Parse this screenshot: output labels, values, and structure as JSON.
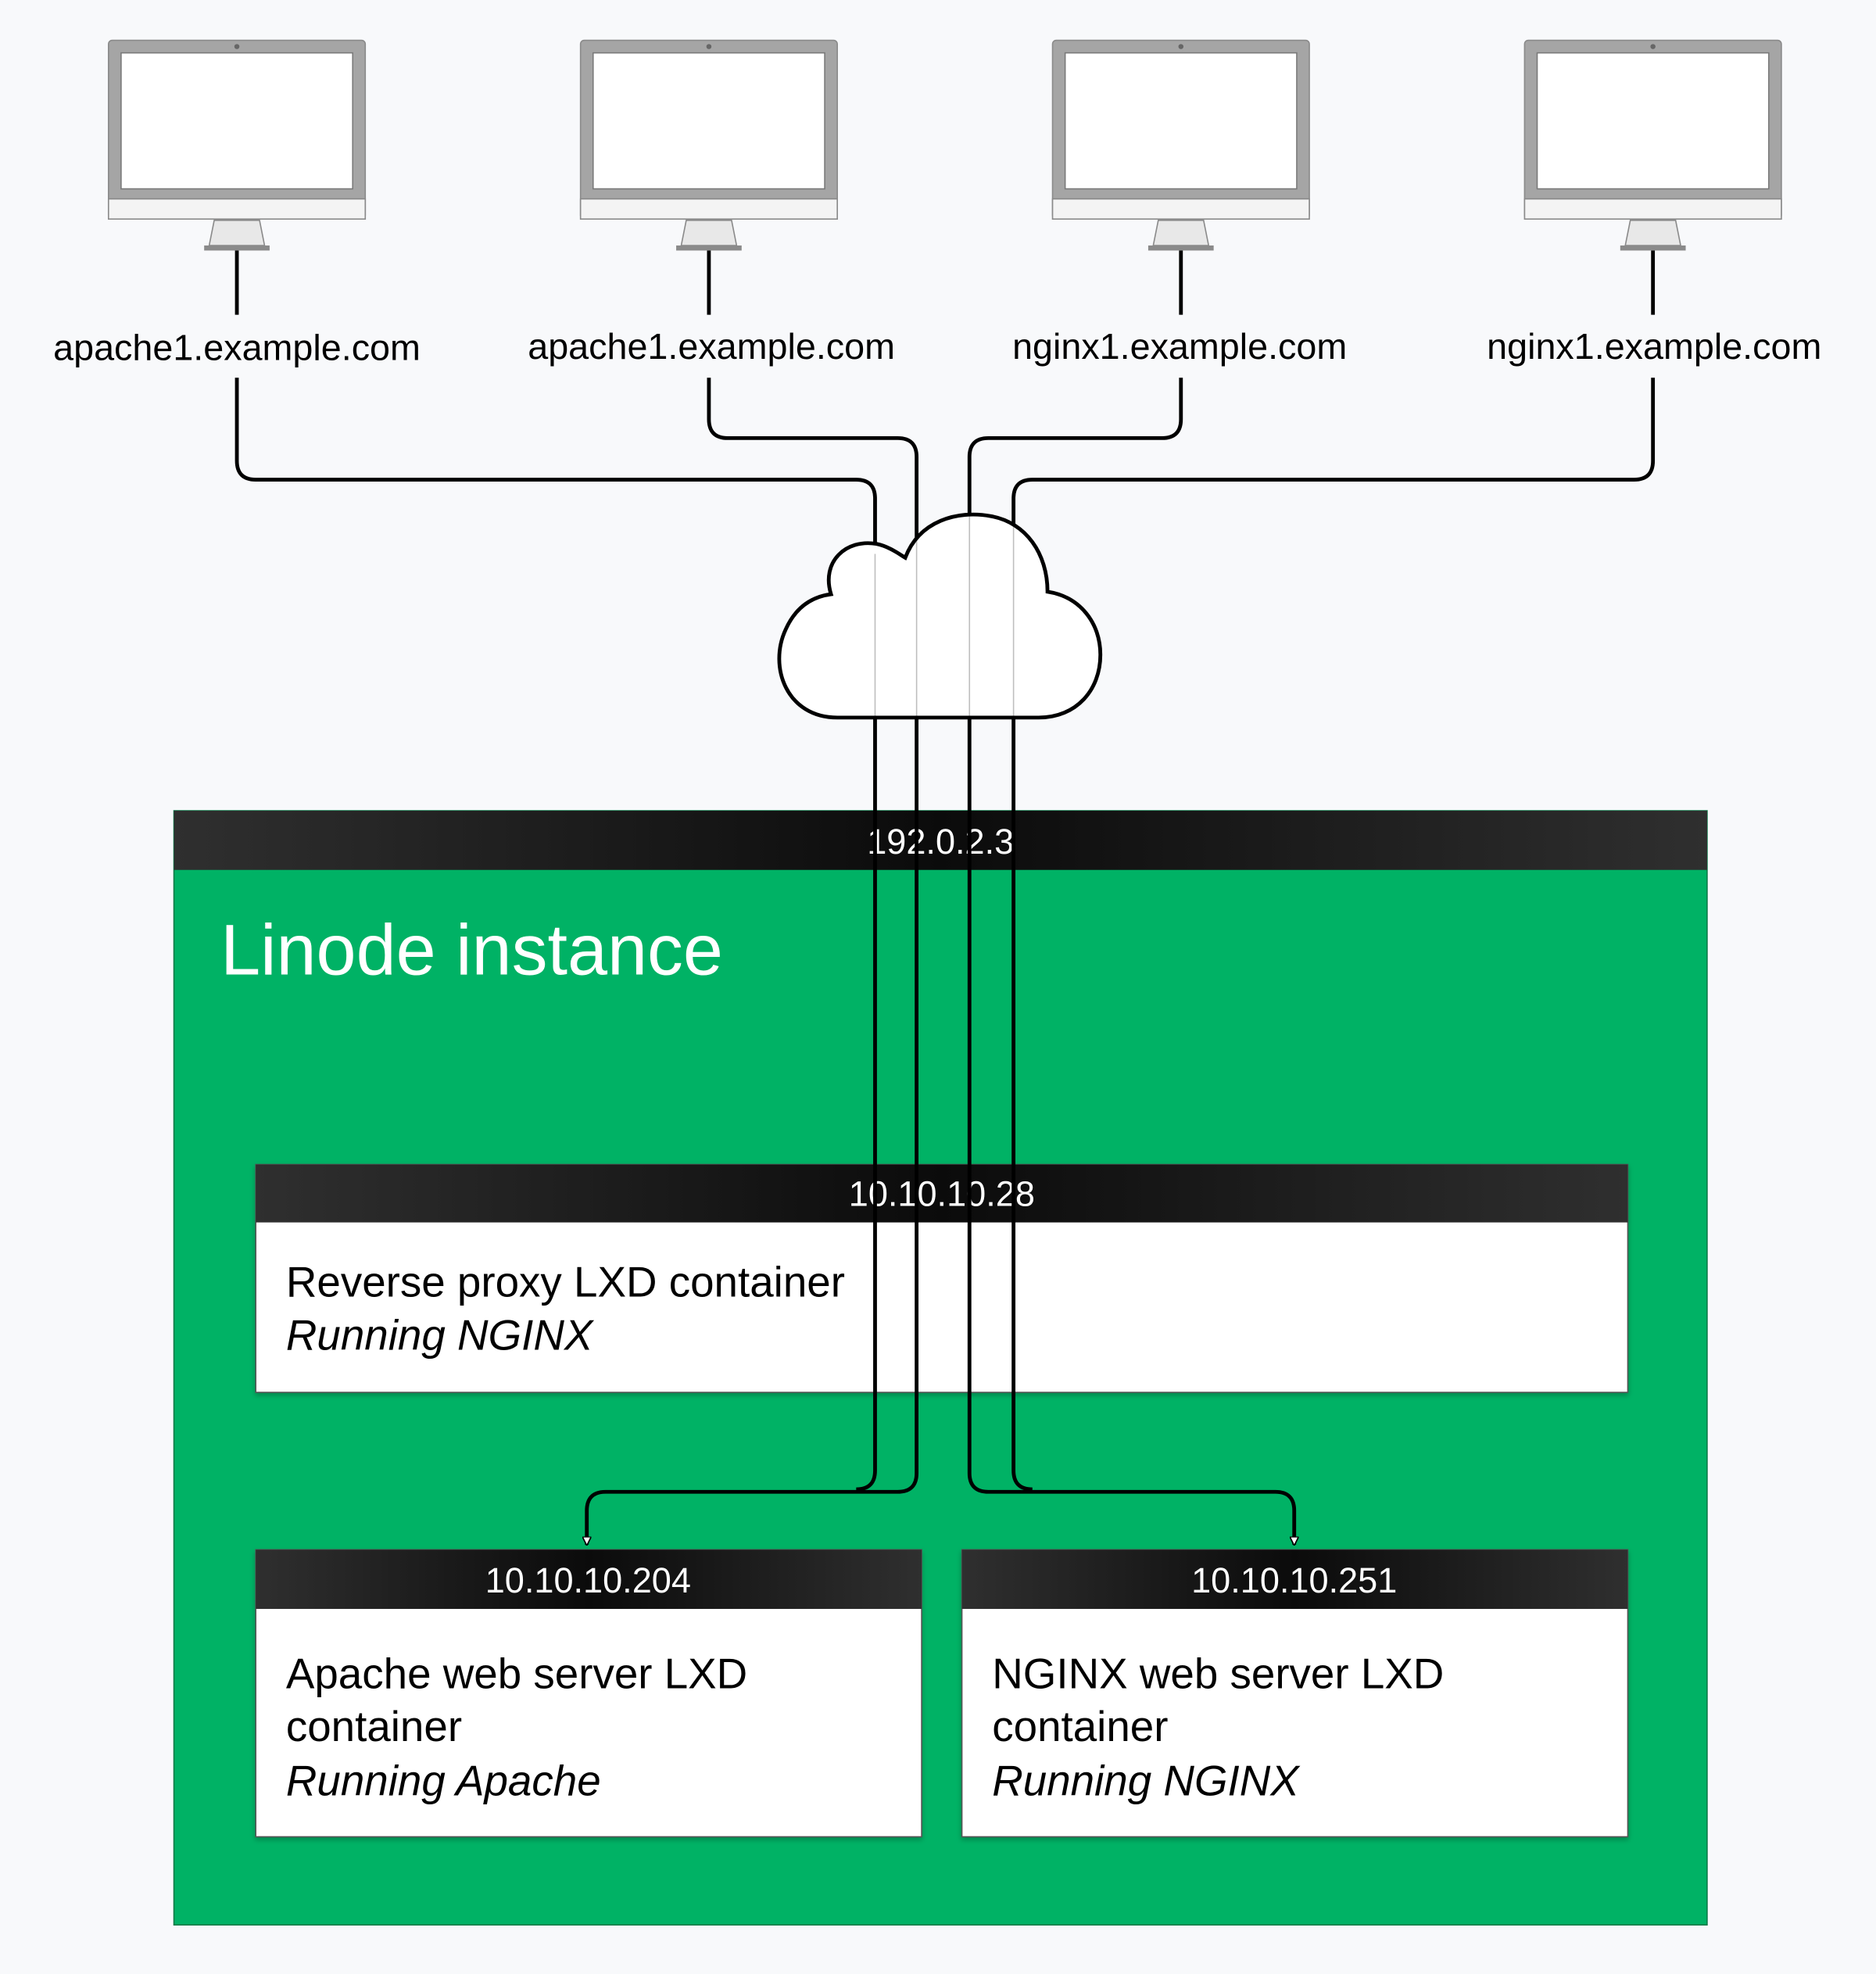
{
  "clients": [
    {
      "label": "apache1.example.com"
    },
    {
      "label": "apache1.example.com"
    },
    {
      "label": "nginx1.example.com"
    },
    {
      "label": "nginx1.example.com"
    }
  ],
  "internet": {
    "icon": "cloud-icon"
  },
  "linode": {
    "title": "Linode instance",
    "ip": "192.0.2.3",
    "color": "#00b265"
  },
  "reverse_proxy": {
    "ip": "10.10.10.28",
    "title": "Reverse proxy LXD container",
    "subtitle": "Running NGINX"
  },
  "apache_container": {
    "ip": "10.10.10.204",
    "title_line1": "Apache web server LXD",
    "title_line2": "container",
    "subtitle": "Running Apache"
  },
  "nginx_container": {
    "ip": "10.10.10.251",
    "title_line1": "NGINX web server LXD",
    "title_line2": "container",
    "subtitle": "Running NGINX"
  }
}
